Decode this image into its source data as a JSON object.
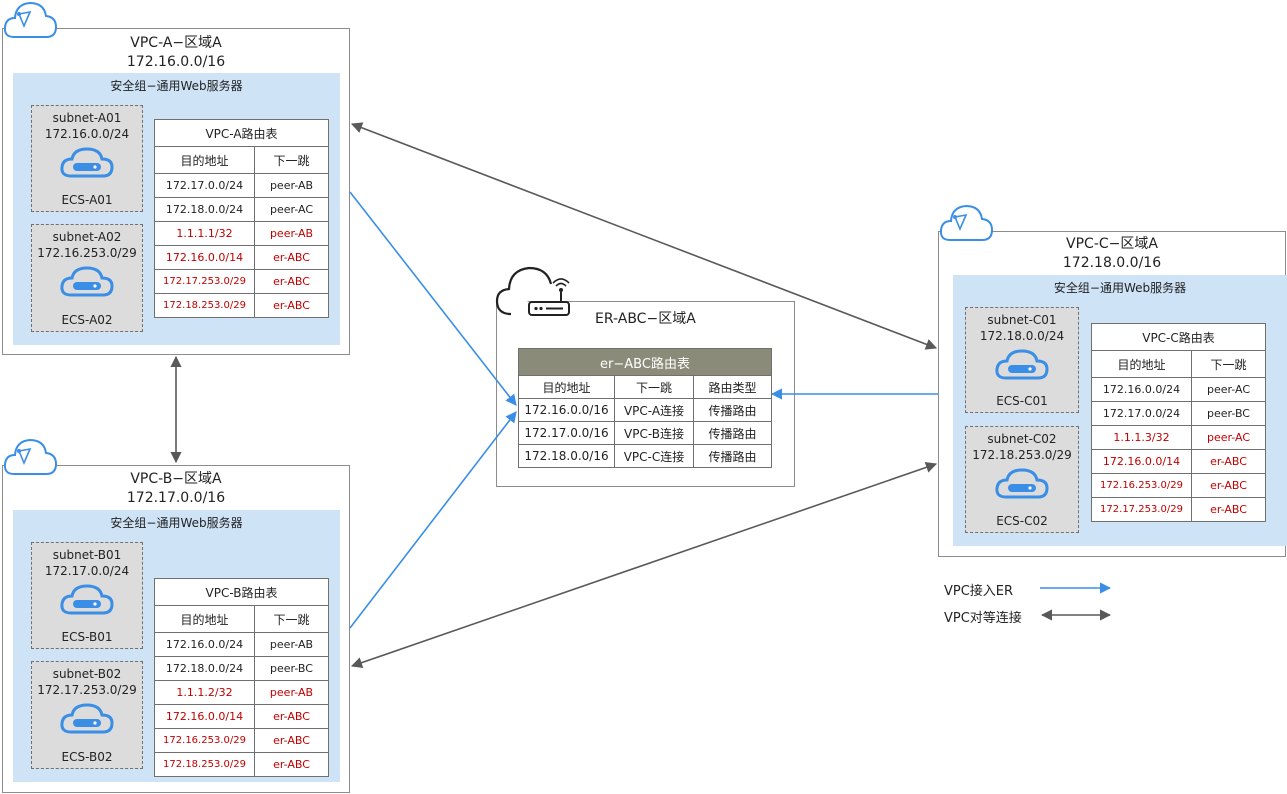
{
  "vpc_a": {
    "title": "VPC-A−区域A",
    "cidr": "172.16.0.0/16",
    "sg": "安全组−通用Web服务器",
    "subnets": [
      {
        "name": "subnet-A01",
        "cidr": "172.16.0.0/24",
        "ecs": "ECS-A01"
      },
      {
        "name": "subnet-A02",
        "cidr": "172.16.253.0/29",
        "ecs": "ECS-A02"
      }
    ],
    "rt": {
      "title": "VPC-A路由表",
      "h1": "目的地址",
      "h2": "下一跳",
      "rows": [
        [
          "172.17.0.0/24",
          "peer-AB"
        ],
        [
          "172.18.0.0/24",
          "peer-AC"
        ],
        [
          "1.1.1.1/32",
          "peer-AB"
        ],
        [
          "172.16.0.0/14",
          "er-ABC"
        ],
        [
          "172.17.253.0/29",
          "er-ABC"
        ],
        [
          "172.18.253.0/29",
          "er-ABC"
        ]
      ]
    }
  },
  "vpc_b": {
    "title": "VPC-B−区域A",
    "cidr": "172.17.0.0/16",
    "sg": "安全组−通用Web服务器",
    "subnets": [
      {
        "name": "subnet-B01",
        "cidr": "172.17.0.0/24",
        "ecs": "ECS-B01"
      },
      {
        "name": "subnet-B02",
        "cidr": "172.17.253.0/29",
        "ecs": "ECS-B02"
      }
    ],
    "rt": {
      "title": "VPC-B路由表",
      "h1": "目的地址",
      "h2": "下一跳",
      "rows": [
        [
          "172.16.0.0/24",
          "peer-AB"
        ],
        [
          "172.18.0.0/24",
          "peer-BC"
        ],
        [
          "1.1.1.2/32",
          "peer-AB"
        ],
        [
          "172.16.0.0/14",
          "er-ABC"
        ],
        [
          "172.16.253.0/29",
          "er-ABC"
        ],
        [
          "172.18.253.0/29",
          "er-ABC"
        ]
      ]
    }
  },
  "vpc_c": {
    "title": "VPC-C−区域A",
    "cidr": "172.18.0.0/16",
    "sg": "安全组−通用Web服务器",
    "subnets": [
      {
        "name": "subnet-C01",
        "cidr": "172.18.0.0/24",
        "ecs": "ECS-C01"
      },
      {
        "name": "subnet-C02",
        "cidr": "172.18.253.0/29",
        "ecs": "ECS-C02"
      }
    ],
    "rt": {
      "title": "VPC-C路由表",
      "h1": "目的地址",
      "h2": "下一跳",
      "rows": [
        [
          "172.16.0.0/24",
          "peer-AC"
        ],
        [
          "172.17.0.0/24",
          "peer-BC"
        ],
        [
          "1.1.1.3/32",
          "peer-AC"
        ],
        [
          "172.16.0.0/14",
          "er-ABC"
        ],
        [
          "172.16.253.0/29",
          "er-ABC"
        ],
        [
          "172.17.253.0/29",
          "er-ABC"
        ]
      ]
    }
  },
  "er": {
    "title": "ER-ABC−区域A",
    "rt_title": "er−ABC路由表",
    "h1": "目的地址",
    "h2": "下一跳",
    "h3": "路由类型",
    "rows": [
      [
        "172.16.0.0/16",
        "VPC-A连接",
        "传播路由"
      ],
      [
        "172.17.0.0/16",
        "VPC-B连接",
        "传播路由"
      ],
      [
        "172.18.0.0/16",
        "VPC-C连接",
        "传播路由"
      ]
    ]
  },
  "legend": {
    "er_attach": "VPC接入ER",
    "peering": "VPC对等连接"
  },
  "colors": {
    "er_line": "#3a8ee6",
    "peer_line": "#595959",
    "sg_bg": "#cfe3f7",
    "route_red": "#c00000",
    "icon_blue": "#3a8ee6"
  }
}
